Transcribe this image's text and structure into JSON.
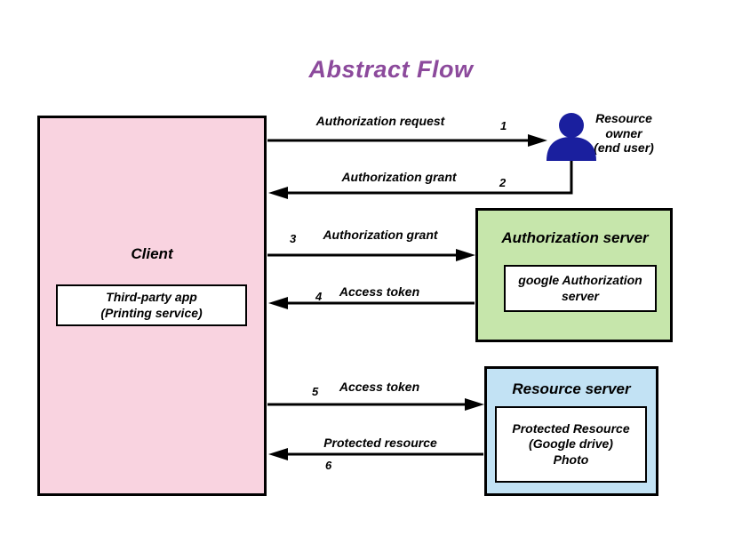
{
  "title": "Abstract Flow",
  "colors": {
    "title_text": "#8c4a9c",
    "client_fill": "#f9d3e0",
    "authorization_server_fill": "#c6e6ab",
    "resource_server_fill": "#c2e2f4",
    "person_icon": "#1a1f9e",
    "line": "#000000",
    "inner_box_fill": "#ffffff"
  },
  "nodes": {
    "client": {
      "label": "Client",
      "sublabel": "Third-party app\n(Printing service)"
    },
    "authorization_server": {
      "label": "Authorization server",
      "sublabel": "google Authorization\nserver"
    },
    "resource_server": {
      "label": "Resource server",
      "sublabel": "Protected Resource\n(Google drive)\nPhoto"
    },
    "resource_owner": {
      "label": "Resource\nowner\n(end user)"
    }
  },
  "arrows": [
    {
      "num": "1",
      "label": "Authorization request",
      "from": "Client",
      "to": "Resource owner"
    },
    {
      "num": "2",
      "label": "Authorization grant",
      "from": "Resource owner",
      "to": "Client"
    },
    {
      "num": "3",
      "label": "Authorization grant",
      "from": "Client",
      "to": "Authorization server"
    },
    {
      "num": "4",
      "label": "Access token",
      "from": "Authorization server",
      "to": "Client"
    },
    {
      "num": "5",
      "label": "Access token",
      "from": "Client",
      "to": "Resource server"
    },
    {
      "num": "6",
      "label": "Protected resource",
      "from": "Resource server",
      "to": "Client"
    }
  ]
}
